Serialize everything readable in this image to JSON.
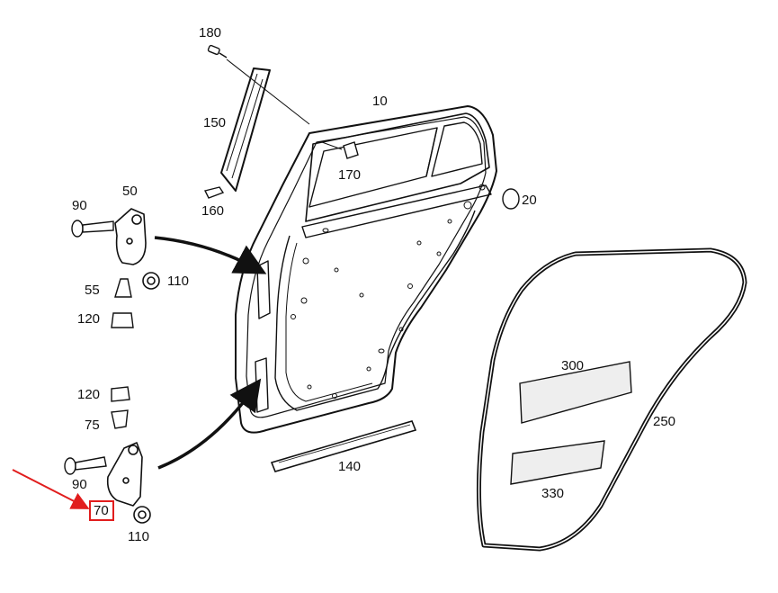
{
  "labels": {
    "p180": "180",
    "p10": "10",
    "p150": "150",
    "p170": "170",
    "p160": "160",
    "p20": "20",
    "p90a": "90",
    "p50": "50",
    "p55": "55",
    "p110a": "110",
    "p120a": "120",
    "p120b": "120",
    "p75": "75",
    "p90b": "90",
    "p70": "70",
    "p110b": "110",
    "p140": "140",
    "p300": "300",
    "p330": "330",
    "p250": "250"
  },
  "colors": {
    "line": "#111111",
    "highlight": "#e11d1d",
    "part_fill": "#ffffff",
    "patch_fill": "#eeeeee"
  },
  "highlighted_part": "70"
}
